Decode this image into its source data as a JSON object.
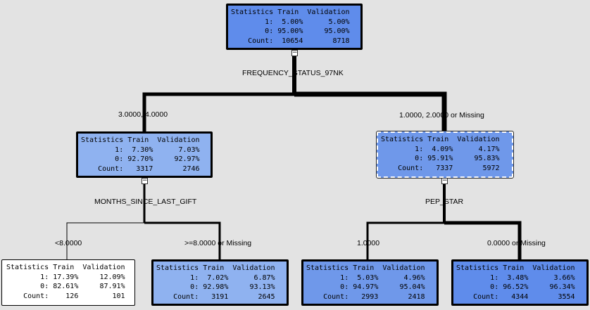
{
  "colors": {
    "background": "#e3e3e3",
    "node_white": "#ffffff",
    "node_light_blue": "#8fb2f0",
    "node_mid_blue": "#6f98ea",
    "node_blue": "#5f8ceb",
    "edge": "#000000"
  },
  "icons": {
    "collapse": "minus-box-icon"
  },
  "headers": {
    "statistics": "Statistics",
    "train": "Train",
    "validation": "Validation"
  },
  "splits": {
    "root": "FREQUENCY_STATUS_97NK",
    "left": "MONTHS_SINCE_LAST_GIFT",
    "right": "PEP_STAR"
  },
  "branches": {
    "root_left": "3.0000, 4.0000",
    "root_right": "1.0000, 2.0000  or Missing",
    "left_left": "<8.0000",
    "left_right": ">=8.0000 or Missing",
    "right_left": "1.0000",
    "right_right": "0.0000  or Missing"
  },
  "nodes": {
    "root": {
      "rows": [
        {
          "label": "1:",
          "train": "5.00%",
          "validation": "5.00%"
        },
        {
          "label": "0:",
          "train": "95.00%",
          "validation": "95.00%"
        },
        {
          "label": "Count:",
          "train": "10654",
          "validation": "8718"
        }
      ]
    },
    "left": {
      "rows": [
        {
          "label": "1:",
          "train": "7.30%",
          "validation": "7.03%"
        },
        {
          "label": "0:",
          "train": "92.70%",
          "validation": "92.97%"
        },
        {
          "label": "Count:",
          "train": "3317",
          "validation": "2746"
        }
      ]
    },
    "right": {
      "rows": [
        {
          "label": "1:",
          "train": "4.09%",
          "validation": "4.17%"
        },
        {
          "label": "0:",
          "train": "95.91%",
          "validation": "95.83%"
        },
        {
          "label": "Count:",
          "train": "7337",
          "validation": "5972"
        }
      ]
    },
    "leaf1": {
      "rows": [
        {
          "label": "1:",
          "train": "17.39%",
          "validation": "12.09%"
        },
        {
          "label": "0:",
          "train": "82.61%",
          "validation": "87.91%"
        },
        {
          "label": "Count:",
          "train": "126",
          "validation": "101"
        }
      ]
    },
    "leaf2": {
      "rows": [
        {
          "label": "1:",
          "train": "7.02%",
          "validation": "6.87%"
        },
        {
          "label": "0:",
          "train": "92.98%",
          "validation": "93.13%"
        },
        {
          "label": "Count:",
          "train": "3191",
          "validation": "2645"
        }
      ]
    },
    "leaf3": {
      "rows": [
        {
          "label": "1:",
          "train": "5.03%",
          "validation": "4.96%"
        },
        {
          "label": "0:",
          "train": "94.97%",
          "validation": "95.04%"
        },
        {
          "label": "Count:",
          "train": "2993",
          "validation": "2418"
        }
      ]
    },
    "leaf4": {
      "rows": [
        {
          "label": "1:",
          "train": "3.48%",
          "validation": "3.66%"
        },
        {
          "label": "0:",
          "train": "96.52%",
          "validation": "96.34%"
        },
        {
          "label": "Count:",
          "train": "4344",
          "validation": "3554"
        }
      ]
    }
  }
}
